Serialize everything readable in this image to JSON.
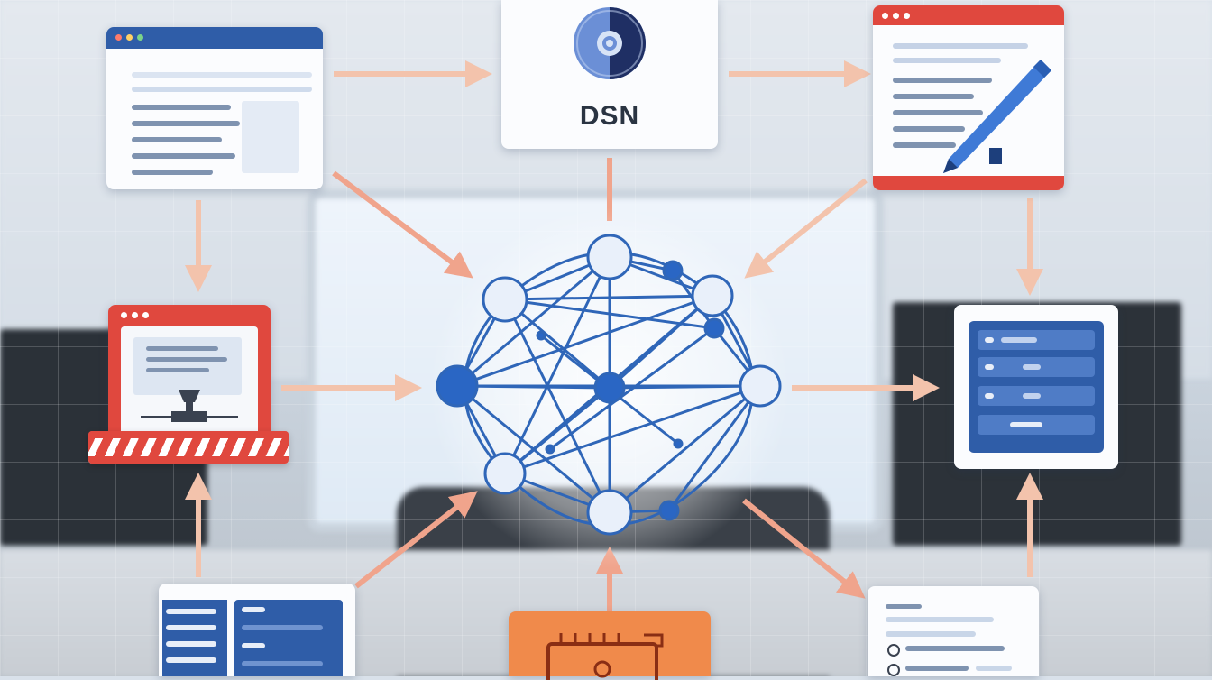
{
  "colors": {
    "arrow": "#f0a48c",
    "arrow_light": "#f6c9b5",
    "network_line": "#2f66b8",
    "node_fill": "#e9f0fa",
    "node_dark": "#2a66c4",
    "window_blue": "#2f5da8",
    "window_red": "#e0483e",
    "chip_orange": "#f08a4b"
  },
  "center": {
    "name": "network-graph",
    "nodes": 14
  },
  "dsn_card": {
    "label": "DSN",
    "icon": "disc-icon"
  },
  "cards": [
    {
      "id": "top-left",
      "icon": "browser-window-icon",
      "theme": "blue"
    },
    {
      "id": "top-right",
      "icon": "document-edit-icon",
      "theme": "red"
    },
    {
      "id": "mid-left",
      "icon": "laptop-transfer-icon",
      "theme": "red"
    },
    {
      "id": "mid-right",
      "icon": "settings-list-icon",
      "theme": "blue"
    },
    {
      "id": "bottom-left",
      "icon": "table-list-icon",
      "theme": "blue"
    },
    {
      "id": "bottom-center",
      "icon": "processor-chip-icon",
      "theme": "orange"
    },
    {
      "id": "bottom-right",
      "icon": "form-list-icon",
      "theme": "blue"
    }
  ]
}
